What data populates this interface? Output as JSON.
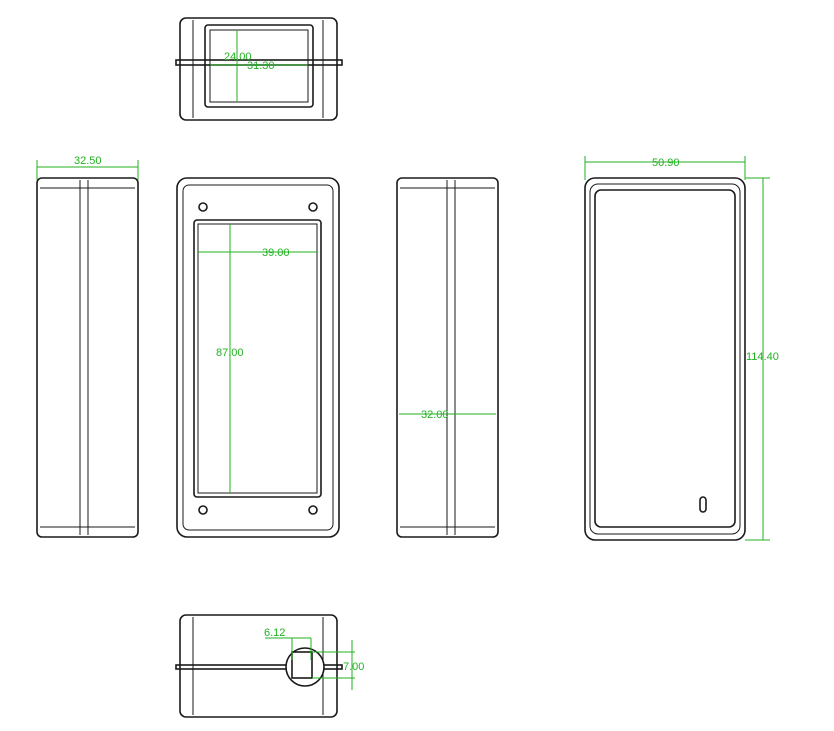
{
  "drawing": {
    "dimension_color": "#22b222",
    "line_color": "#1a1a1a",
    "views": {
      "top": {
        "window_height": "24.00",
        "window_width": "31.30"
      },
      "left_side": {
        "depth": "32.50"
      },
      "front": {
        "window_width": "39.00",
        "window_height": "87.00"
      },
      "right_side": {
        "depth": "32.00"
      },
      "back": {
        "width": "50.90",
        "height": "114.40"
      },
      "bottom": {
        "hole_width": "6.12",
        "hole_height": "7.00"
      }
    }
  }
}
